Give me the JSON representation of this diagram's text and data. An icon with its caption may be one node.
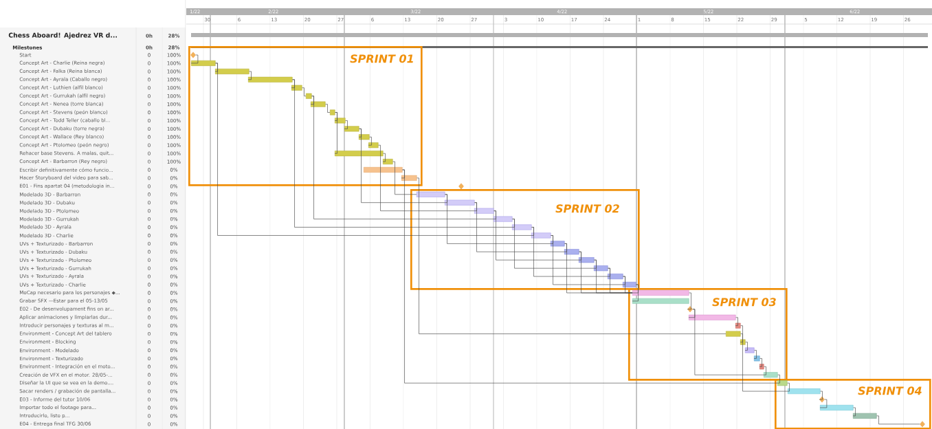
{
  "diagram": {
    "nodes": [
      {
        "text": [
          "SPRINT 01"
        ]
      },
      {
        "text": [
          "SPRINT 02"
        ]
      },
      {
        "text": [
          "SPRINT 03"
        ]
      },
      {
        "text": [
          "SPRINT 04"
        ]
      },
      {
        "text": [],
        "shape": "diamond",
        "in": 0
      },
      {
        "text": [],
        "shape": "bar",
        "in": 0
      },
      {
        "text": [],
        "shape": "bar",
        "in": 0
      },
      {
        "text": [],
        "shape": "bar",
        "in": 0
      },
      {
        "text": [],
        "shape": "bar",
        "in": 0
      },
      {
        "text": [],
        "shape": "bar",
        "in": 0
      },
      {
        "text": [],
        "shape": "bar",
        "in": 0
      },
      {
        "text": [],
        "shape": "bar",
        "in": 0
      },
      {
        "text": [],
        "shape": "bar",
        "in": 0
      },
      {
        "text": [],
        "shape": "bar",
        "in": 0
      },
      {
        "text": [],
        "shape": "bar",
        "in": 0
      },
      {
        "text": [],
        "shape": "bar",
        "in": 0
      },
      {
        "text": [],
        "shape": "bar",
        "in": 0
      },
      {
        "text": [],
        "shape": "bar",
        "in": 0
      },
      {
        "text": [],
        "shape": "bar",
        "in": 0
      },
      {
        "text": [],
        "shape": "bar",
        "in": 0
      },
      {
        "text": [],
        "shape": "diamond"
      },
      {
        "text": [],
        "shape": "bar",
        "in": 1
      },
      {
        "text": [],
        "shape": "bar",
        "in": 1
      },
      {
        "text": [],
        "shape": "bar",
        "in": 1
      },
      {
        "text": [],
        "shape": "bar",
        "in": 1
      },
      {
        "text": [],
        "shape": "bar",
        "in": 1
      },
      {
        "text": [],
        "shape": "bar",
        "in": 1
      },
      {
        "text": [],
        "shape": "bar",
        "in": 1
      },
      {
        "text": [],
        "shape": "bar",
        "in": 1
      },
      {
        "text": [],
        "shape": "bar",
        "in": 1
      },
      {
        "text": [],
        "shape": "bar",
        "in": 1
      },
      {
        "text": [],
        "shape": "bar",
        "in": 1
      },
      {
        "text": [],
        "shape": "bar",
        "in": 1
      },
      {
        "text": [],
        "shape": "bar",
        "in": 2
      },
      {
        "text": [],
        "shape": "bar",
        "in": 2
      },
      {
        "text": [],
        "shape": "diamond",
        "in": 2
      },
      {
        "text": [],
        "shape": "bar",
        "in": 2
      },
      {
        "text": [],
        "shape": "bar",
        "in": 2
      },
      {
        "text": [],
        "shape": "bar",
        "in": 2
      },
      {
        "text": [],
        "shape": "bar",
        "in": 2
      },
      {
        "text": [],
        "shape": "bar",
        "in": 2
      },
      {
        "text": [],
        "shape": "bar",
        "in": 2
      },
      {
        "text": [],
        "shape": "bar",
        "in": 2
      },
      {
        "text": [],
        "shape": "bar",
        "in": 2
      },
      {
        "text": [],
        "shape": "bar",
        "in": 3
      },
      {
        "text": [],
        "shape": "bar",
        "in": 3
      },
      {
        "text": [],
        "shape": "diamond",
        "in": 3
      },
      {
        "text": [],
        "shape": "bar",
        "in": 3
      },
      {
        "text": [],
        "shape": "bar",
        "in": 3
      },
      {
        "text": [],
        "shape": "diamond",
        "in": 3
      }
    ],
    "edges": [
      {
        "from": 4,
        "to": 5,
        "arrow": "none"
      },
      {
        "from": 5,
        "to": 6,
        "arrow": "none"
      },
      {
        "from": 6,
        "to": 7,
        "arrow": "none"
      },
      {
        "from": 7,
        "to": 8,
        "arrow": "none"
      },
      {
        "from": 8,
        "to": 9,
        "arrow": "none"
      },
      {
        "from": 9,
        "to": 10,
        "arrow": "none"
      },
      {
        "from": 10,
        "to": 11,
        "arrow": "none"
      },
      {
        "from": 11,
        "to": 12,
        "arrow": "none"
      },
      {
        "from": 12,
        "to": 13,
        "arrow": "none"
      },
      {
        "from": 13,
        "to": 14,
        "arrow": "none"
      },
      {
        "from": 14,
        "to": 15,
        "arrow": "none"
      },
      {
        "from": 11,
        "to": 16,
        "arrow": "none"
      },
      {
        "from": 16,
        "to": 17,
        "arrow": "none"
      },
      {
        "from": 18,
        "to": 19,
        "arrow": "none"
      },
      {
        "from": 5,
        "to": 26,
        "arrow": "none"
      },
      {
        "from": 7,
        "to": 25,
        "arrow": "none"
      },
      {
        "from": 9,
        "to": 24,
        "arrow": "none"
      },
      {
        "from": 15,
        "to": 23,
        "arrow": "none"
      },
      {
        "from": 13,
        "to": 22,
        "arrow": "none"
      },
      {
        "from": 17,
        "to": 21,
        "arrow": "none"
      },
      {
        "from": 21,
        "to": 22,
        "arrow": "none"
      },
      {
        "from": 22,
        "to": 23,
        "arrow": "none"
      },
      {
        "from": 23,
        "to": 24,
        "arrow": "none"
      },
      {
        "from": 24,
        "to": 25,
        "arrow": "none"
      },
      {
        "from": 25,
        "to": 26,
        "arrow": "none"
      },
      {
        "from": 21,
        "to": 27,
        "arrow": "none"
      },
      {
        "from": 22,
        "to": 28,
        "arrow": "none"
      },
      {
        "from": 23,
        "to": 29,
        "arrow": "none"
      },
      {
        "from": 24,
        "to": 30,
        "arrow": "none"
      },
      {
        "from": 25,
        "to": 31,
        "arrow": "none"
      },
      {
        "from": 26,
        "to": 32,
        "arrow": "none"
      },
      {
        "from": 26,
        "to": 27,
        "arrow": "none"
      },
      {
        "from": 27,
        "to": 28,
        "arrow": "none"
      },
      {
        "from": 28,
        "to": 29,
        "arrow": "none"
      },
      {
        "from": 29,
        "to": 30,
        "arrow": "none"
      },
      {
        "from": 30,
        "to": 31,
        "arrow": "none"
      },
      {
        "from": 31,
        "to": 32,
        "arrow": "none"
      },
      {
        "from": 27,
        "to": 33,
        "arrow": "none"
      },
      {
        "from": 28,
        "to": 33,
        "arrow": "none"
      },
      {
        "from": 29,
        "to": 33,
        "arrow": "none"
      },
      {
        "from": 30,
        "to": 33,
        "arrow": "none"
      },
      {
        "from": 31,
        "to": 33,
        "arrow": "none"
      },
      {
        "from": 32,
        "to": 33,
        "arrow": "none"
      },
      {
        "from": 32,
        "to": 34,
        "arrow": "none"
      },
      {
        "from": 33,
        "to": 35,
        "arrow": "none"
      },
      {
        "from": 35,
        "to": 36,
        "arrow": "none"
      },
      {
        "from": 35,
        "to": 43,
        "arrow": "none"
      },
      {
        "from": 36,
        "to": 37,
        "arrow": "none"
      },
      {
        "from": 37,
        "to": 45,
        "arrow": "none"
      },
      {
        "from": 19,
        "to": 38,
        "arrow": "none"
      },
      {
        "from": 38,
        "to": 39,
        "arrow": "none"
      },
      {
        "from": 39,
        "to": 40,
        "arrow": "none"
      },
      {
        "from": 40,
        "to": 41,
        "arrow": "none"
      },
      {
        "from": 41,
        "to": 42,
        "arrow": "none"
      },
      {
        "from": 42,
        "to": 43,
        "arrow": "none"
      },
      {
        "from": 43,
        "to": 44,
        "arrow": "none"
      },
      {
        "from": 18,
        "to": 44,
        "arrow": "none"
      },
      {
        "from": 44,
        "to": 45,
        "arrow": "none"
      },
      {
        "from": 45,
        "to": 46,
        "arrow": "none"
      },
      {
        "from": 46,
        "to": 47,
        "arrow": "none"
      },
      {
        "from": 47,
        "to": 48,
        "arrow": "none"
      },
      {
        "from": 48,
        "to": 49,
        "arrow": "none"
      }
    ],
    "labels": [
      "1/22",
      "2/22",
      "3/22",
      "4/22",
      "5/22",
      "6/22",
      "30",
      "6",
      "13",
      "20",
      "27",
      "6",
      "13",
      "20",
      "27",
      "3",
      "10",
      "17",
      "24",
      "1",
      "8",
      "15",
      "22",
      "29",
      "5",
      "12",
      "19",
      "26",
      "Chess Aboard! Ajedrez VR d...",
      "0h",
      "28%",
      "Milestones",
      "0h",
      "28%",
      "Start",
      "0",
      "100%",
      "Concept Art - Charlie (Reina negra)",
      "0",
      "100%",
      "Concept Art - Falka (Reina blanca)",
      "0",
      "100%",
      "Concept Art - Ayrala (Caballo negro)",
      "0",
      "100%",
      "Concept Art - Luthien (alfil blanco)",
      "0",
      "100%",
      "Concept Art - Gurrukah (alfil negro)",
      "0",
      "100%",
      "Concept Art - Nenea (torre blanca)",
      "0",
      "100%",
      "Concept Art - Stevens (peón blanco)",
      "0",
      "100%",
      "Concept Art - Todd Teller (caballo bl...",
      "0",
      "100%",
      "Concept Art - Dubaku (torre negra)",
      "0",
      "100%",
      "Concept Art - Wallace (Rey blanco)",
      "0",
      "100%",
      "Concept Art - Ptolomeo (peón negro)",
      "0",
      "100%",
      "Rehacer base Stevens. A malas, quit...",
      "0",
      "100%",
      "Concept Art - Barbarron (Rey negro)",
      "0",
      "100%",
      "Escribir definitivamente cómo funcio...",
      "0",
      "0%",
      "Hacer Storyboard del video para sab...",
      "0",
      "0%",
      "E01 - Fins apartat 04 (metodologia in...",
      "0",
      "0%",
      "Modelado 3D - Barbarron",
      "0",
      "0%",
      "Modelado 3D - Dubaku",
      "0",
      "0%",
      "Modelado 3D - Ptolomeo",
      "0",
      "0%",
      "Modelado 3D - Gurrukah",
      "0",
      "0%",
      "Modelado 3D - Ayrala",
      "0",
      "0%",
      "Modelado 3D - Charlie",
      "0",
      "0%",
      "UVs + Texturizado - Barbarron",
      "0",
      "0%",
      "UVs + Texturizado - Dubaku",
      "0",
      "0%",
      "UVs + Texturizado - Ptolomeo",
      "0",
      "0%",
      "UVs + Texturizado - Gurrukah",
      "0",
      "0%",
      "UVs + Texturizado - Ayrala",
      "0",
      "0%",
      "UVs + Texturizado - Charlie",
      "0",
      "0%",
      "MoCap necesario para los personajes ◆...",
      "0",
      "0%",
      "Grabar SFX —Estar para el 05-13/05",
      "0",
      "0%",
      "E02 - De desenvolupament fins on ar...",
      "0",
      "0%",
      "Aplicar animaciones y limpiarlas dur...",
      "0",
      "0%",
      "Introducir personajes y texturas al m...",
      "0",
      "0%",
      "Environment - Concept Art del tablero",
      "0",
      "0%",
      "Environment - Blocking",
      "0",
      "0%",
      "Environment - Modelado",
      "0",
      "0%",
      "Environment - Texturizado",
      "0",
      "0%",
      "Environment - Integración en el moto...",
      "0",
      "0%",
      "Creación de VFX en el motor. 28/05-...",
      "0",
      "0%",
      "Diseñar la UI que se vea en la demo....",
      "0",
      "0%",
      "Sacar renders / grabación de pantalla...",
      "0",
      "0%",
      "E03 - Informe del tutor 10/06",
      "0",
      "0%",
      "Importar todo el footage para...",
      "0",
      "0%",
      "Introducirlo, listo p...",
      "0",
      "0%",
      "E04 - Entrega final TFG 30/06",
      "0",
      "0%"
    ]
  }
}
